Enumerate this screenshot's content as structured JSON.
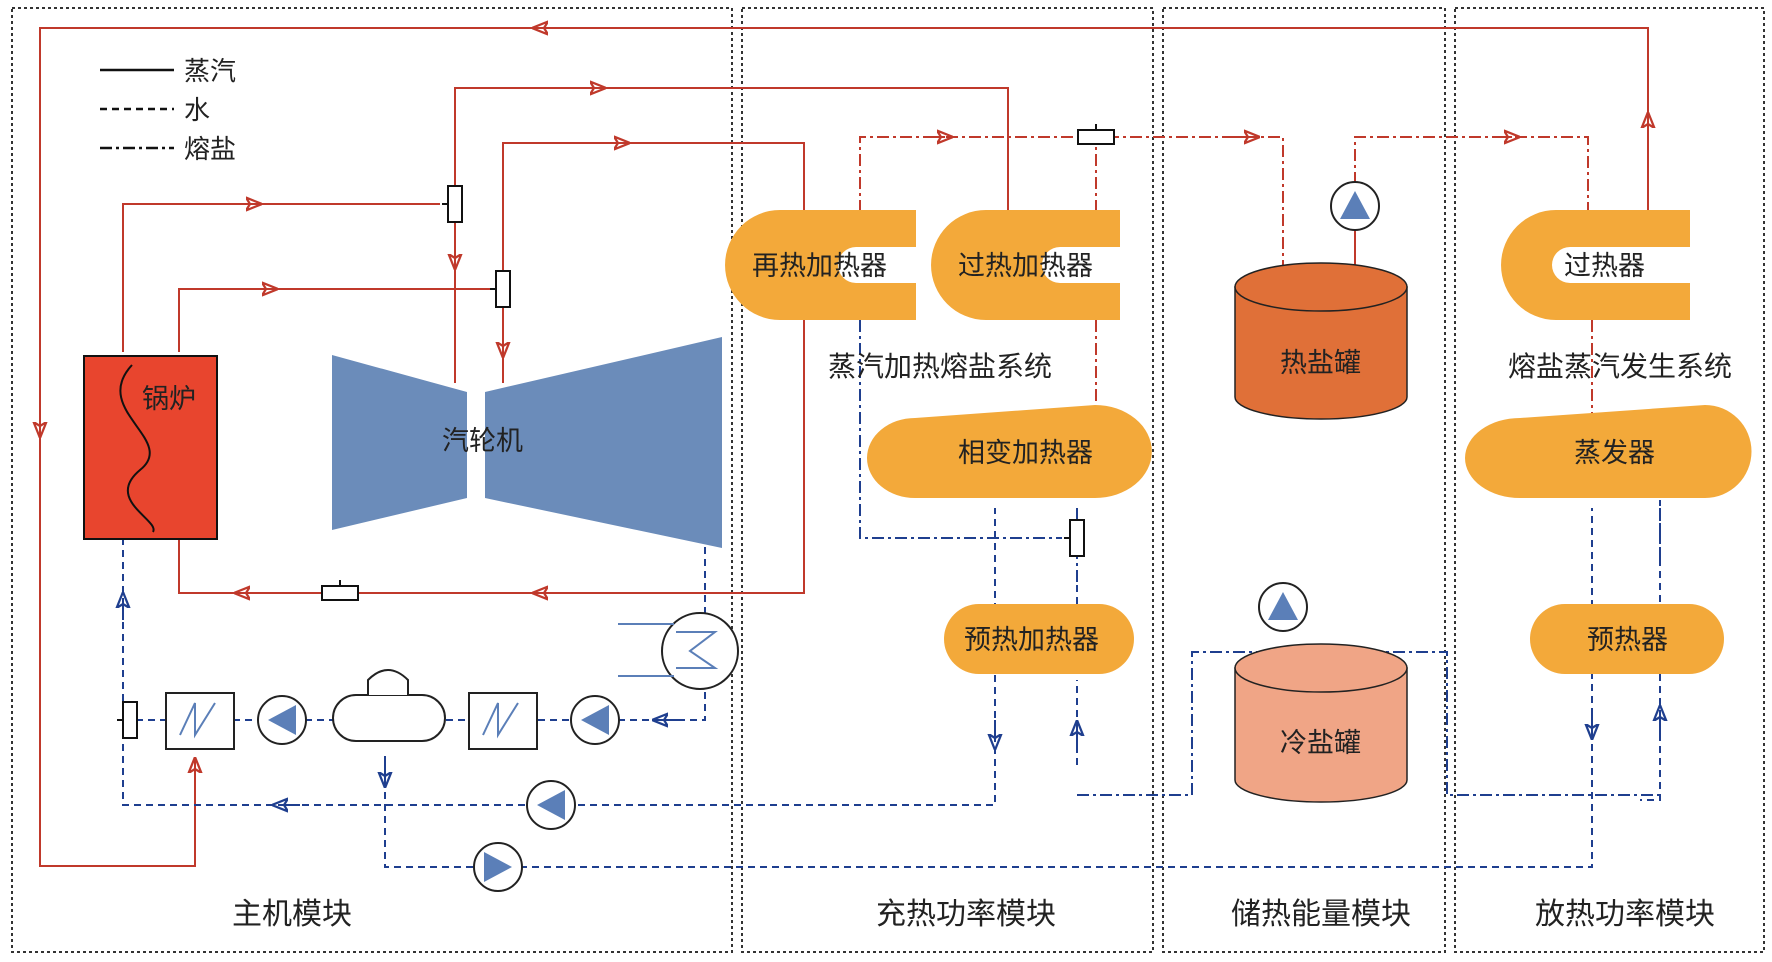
{
  "legend": {
    "steam": "蒸汽",
    "water": "水",
    "salt": "熔盐"
  },
  "modules": {
    "host": "主机模块",
    "charge": "充热功率模块",
    "storage": "储热能量模块",
    "discharge": "放热功率模块"
  },
  "components": {
    "boiler": "锅炉",
    "turbine": "汽轮机",
    "reheat_heater": "再热加热器",
    "superheat_heater": "过热加热器",
    "phase_change_heater": "相变加热器",
    "preheat_heater": "预热加热器",
    "hot_tank": "热盐罐",
    "cold_tank": "冷盐罐",
    "superheater": "过热器",
    "evaporator": "蒸发器",
    "preheater": "预热器"
  },
  "systems": {
    "steam_heating_salt": "蒸汽加热熔盐系统",
    "salt_steam_generation": "熔盐蒸汽发生系统"
  },
  "colors": {
    "steam_line": "#c0392b",
    "water_line": "#1f3f8f",
    "salt_line": "#c0392b",
    "boiler": "#e8452e",
    "turbine": "#6b8cba",
    "heat_exchanger": "#f3a93a",
    "hot_tank": "#e07038",
    "cold_tank": "#f0a586",
    "pump": "#5b7fb8",
    "frame": "#333333"
  },
  "icons": [
    "valve-icon",
    "pump-icon",
    "heat-exchanger-icon",
    "deaerator-icon",
    "condenser-icon"
  ]
}
